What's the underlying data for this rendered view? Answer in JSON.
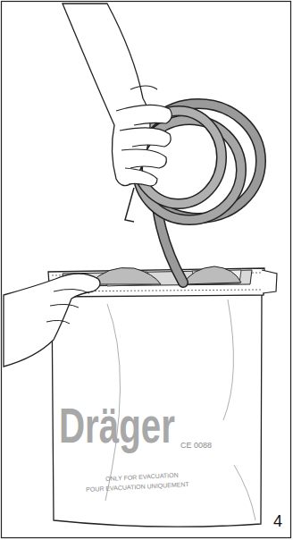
{
  "diagram": {
    "labels": [
      "Dräger",
      "CE 0088",
      "ONLY FOR EVACUATION",
      "POUR EVACUATION UNIQUEMENT",
      "4"
    ]
  }
}
